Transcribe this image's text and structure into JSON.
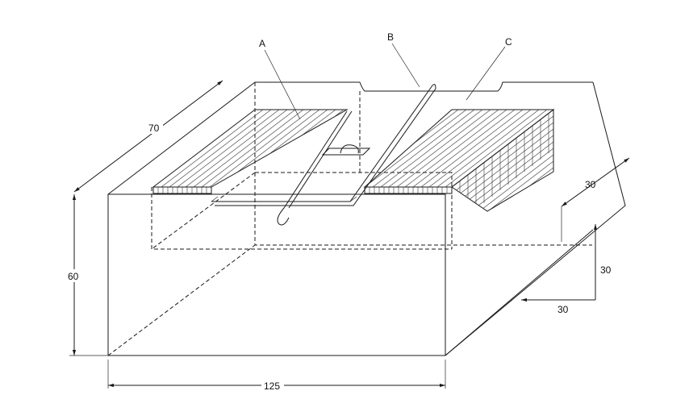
{
  "labels": {
    "a": "A",
    "b": "B",
    "c": "C"
  },
  "dimensions": {
    "depth": "70",
    "height": "60",
    "width": "125",
    "side_a": "30",
    "side_b": "30",
    "side_c": "30"
  }
}
